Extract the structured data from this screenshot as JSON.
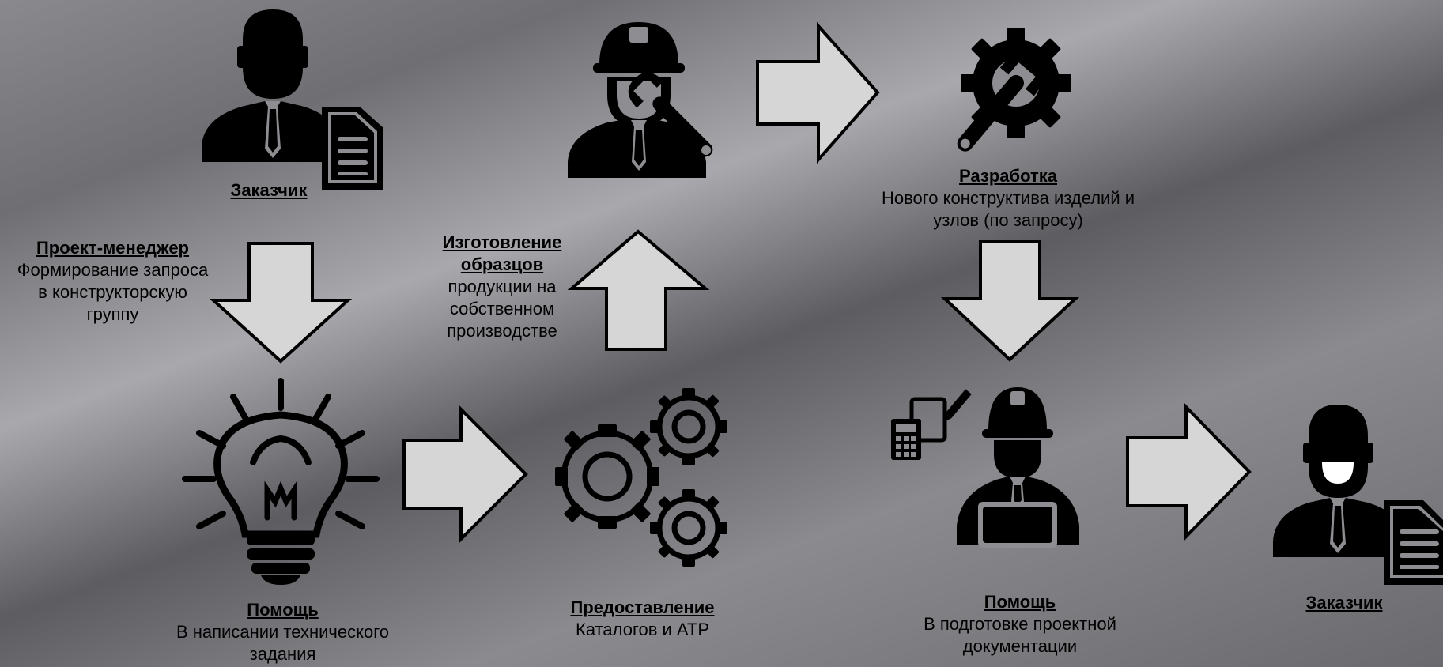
{
  "colors": {
    "arrow_fill": "#d6d6d6",
    "arrow_stroke": "#000000",
    "icon": "#000000"
  },
  "nodes": {
    "customer_start": {
      "title": "Заказчик",
      "icon": "businessman-document-icon"
    },
    "project_manager": {
      "title": "Проект-менеджер",
      "text_lines": [
        "Формирование запроса",
        "в конструкторскую",
        "группу"
      ]
    },
    "help_spec": {
      "title": "Помощь",
      "text_lines": [
        "В написании технического",
        "задания"
      ],
      "icon": "lightbulb-icon"
    },
    "provision": {
      "title": "Предоставление",
      "text_lines": [
        "Каталогов и АТР"
      ],
      "icon": "gears-icon"
    },
    "samples": {
      "title_lines": [
        "Изготовление",
        "образцов"
      ],
      "text_lines": [
        "продукции на",
        "собственном",
        "производстве"
      ],
      "icon": "engineer-wrench-icon"
    },
    "development": {
      "title": "Разработка",
      "text_lines": [
        "Нового конструктива изделий и",
        "узлов (по запросу)"
      ],
      "icon": "gear-wrench-icon"
    },
    "help_docs": {
      "title": "Помощь",
      "text_lines": [
        "В подготовке проектной",
        "документации"
      ],
      "icon": "engineer-laptop-icon"
    },
    "customer_end": {
      "title": "Заказчик",
      "icon": "happy-businessman-document-icon"
    }
  }
}
